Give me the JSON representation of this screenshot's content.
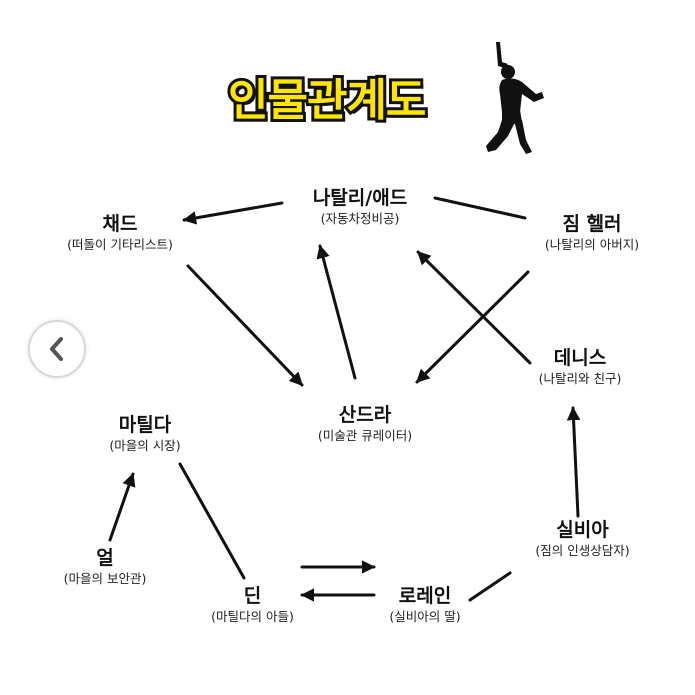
{
  "title": "인물관계도",
  "nodes": {
    "natalie": {
      "name": "나탈리/애드",
      "desc": "(자동차정비공)"
    },
    "chad": {
      "name": "채드",
      "desc": "(떠돌이 기타리스트)"
    },
    "jim": {
      "name": "짐 헬러",
      "desc": "(나탈리의 아버지)"
    },
    "dennis": {
      "name": "데니스",
      "desc": "(나탈리와 친구)"
    },
    "sandra": {
      "name": "산드라",
      "desc": "(미술관 큐레이터)"
    },
    "matilda": {
      "name": "마틸다",
      "desc": "(마을의 시장)"
    },
    "earl": {
      "name": "얼",
      "desc": "(마을의 보안관)"
    },
    "dean": {
      "name": "딘",
      "desc": "(마틸다의 아들)"
    },
    "sylvia": {
      "name": "실비아",
      "desc": "(짐의 인생상담자)"
    },
    "lorraine": {
      "name": "로레인",
      "desc": "(실비아의 딸)"
    }
  },
  "colors": {
    "title_fill": "#ffe600",
    "ink": "#111111"
  },
  "icons": [
    "dancer-silhouette-icon",
    "chevron-left-icon"
  ]
}
